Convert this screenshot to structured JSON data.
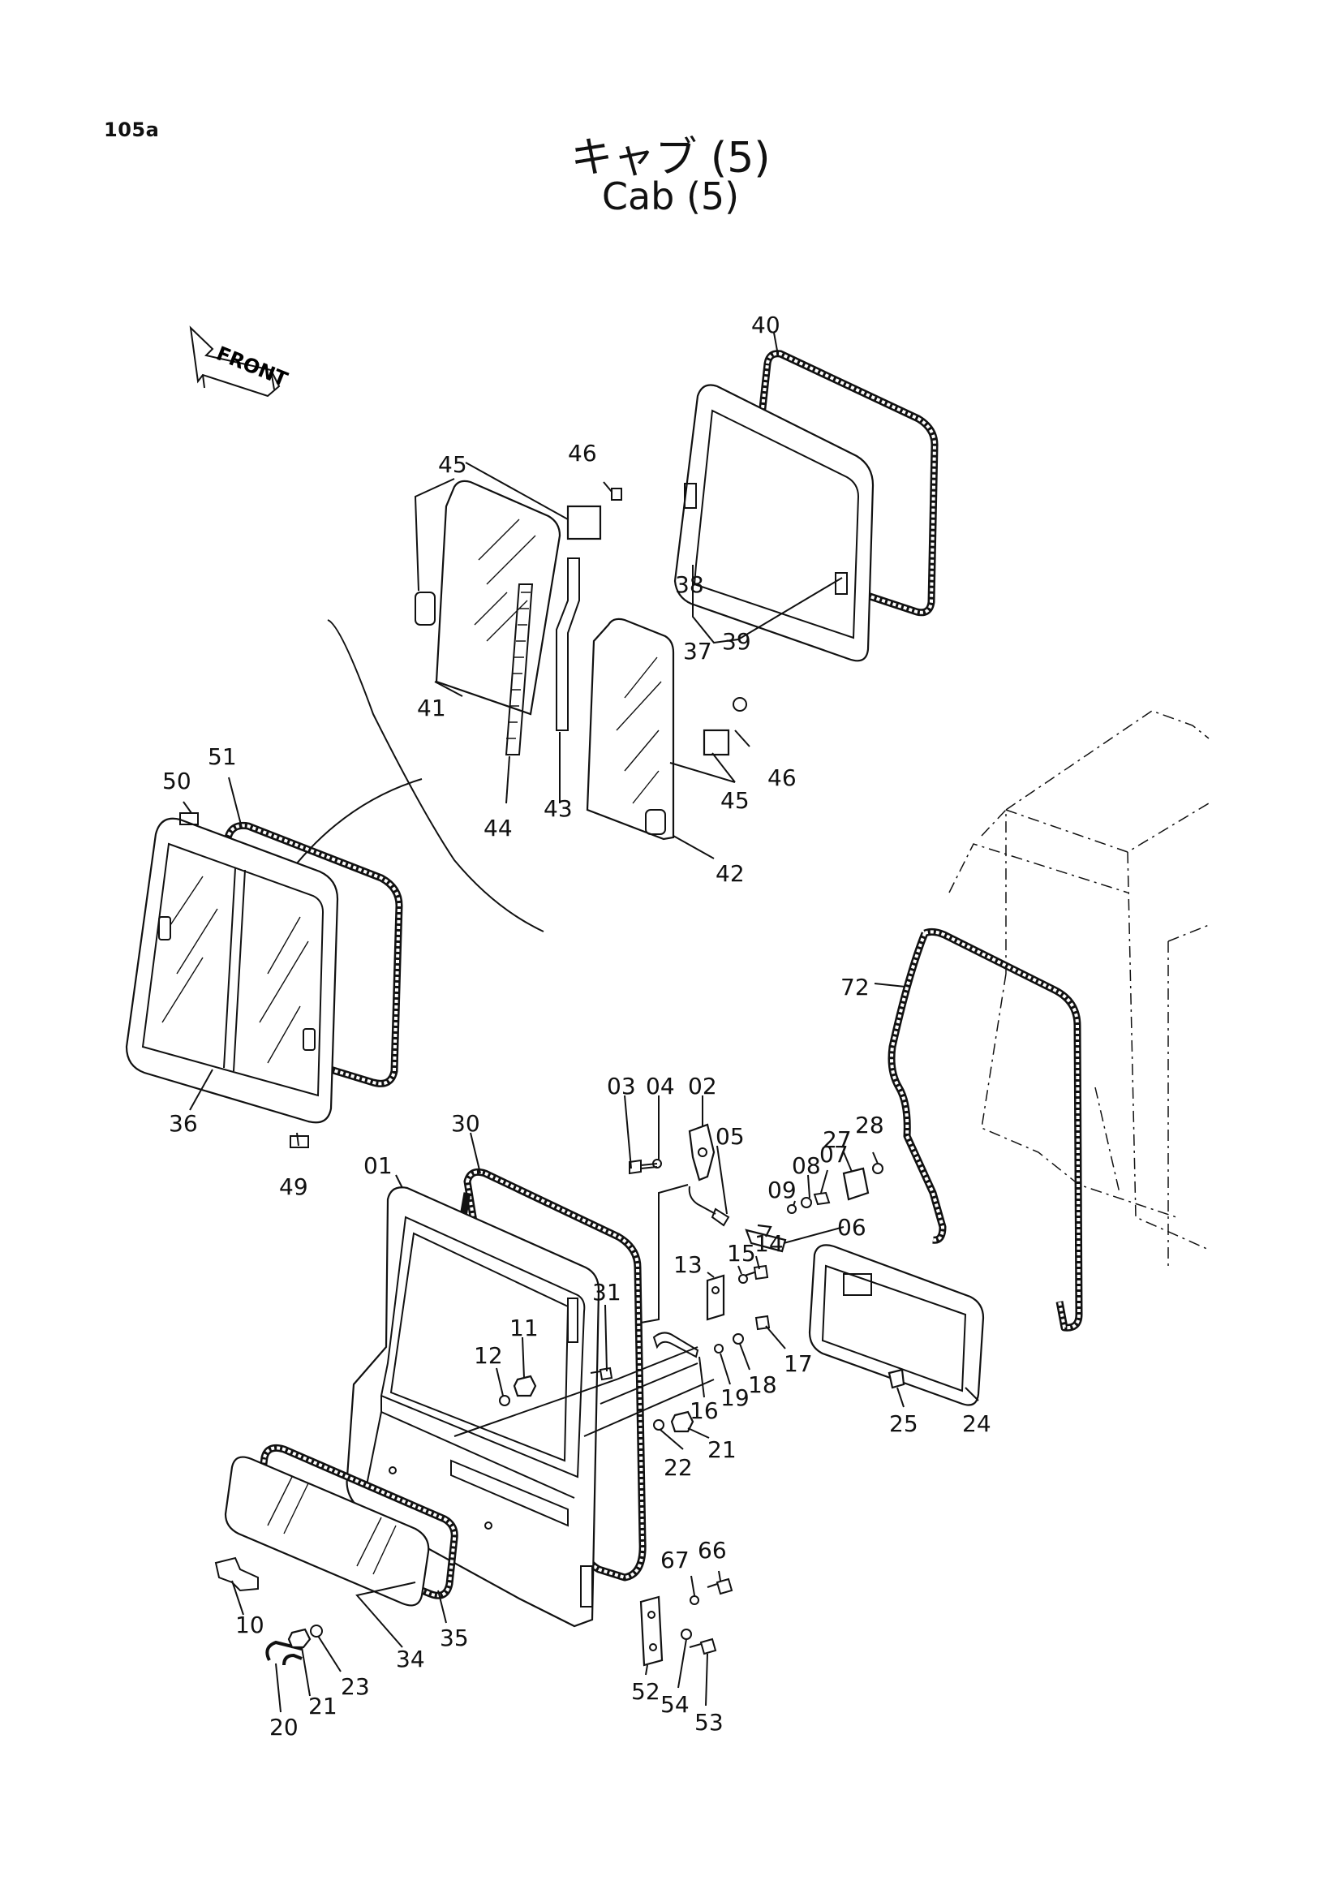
{
  "page_id": "105a",
  "title_jp": "キャブ (5)",
  "title_en": "Cab (5)",
  "front_label": "FRONT",
  "part_numbers": [
    "40",
    "45",
    "46",
    "38",
    "37",
    "39",
    "41",
    "44",
    "43",
    "42",
    "51",
    "50",
    "36",
    "49",
    "72",
    "03",
    "04",
    "02",
    "05",
    "30",
    "01",
    "08",
    "07",
    "27",
    "28",
    "09",
    "06",
    "14",
    "15",
    "13",
    "31",
    "11",
    "12",
    "17",
    "18",
    "19",
    "16",
    "25",
    "24",
    "22",
    "21",
    "67",
    "66",
    "10",
    "35",
    "34",
    "23",
    "20",
    "52",
    "54",
    "53"
  ]
}
